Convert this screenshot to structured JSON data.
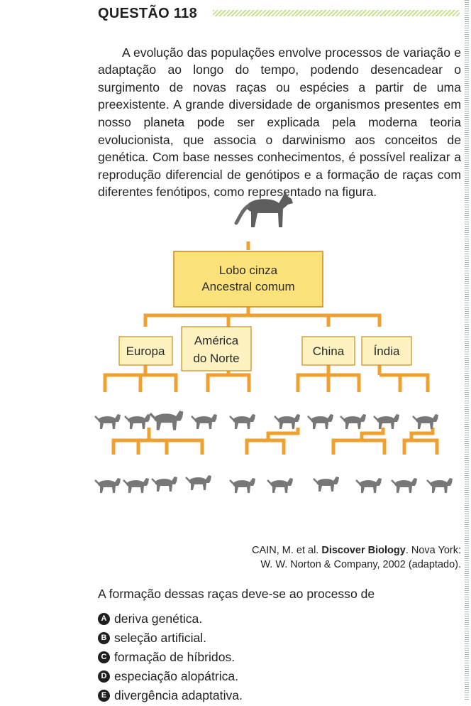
{
  "question": {
    "title": "QUESTÃO 118",
    "intro": "A evolução das populações envolve processos de variação e adaptação ao longo do tempo, podendo desencadear o surgimento de novas raças ou espécies a partir de uma preexistente. A grande diversidade de organismos presentes em nosso planeta pode ser explicada pela moderna teoria evolucionista, que associa o darwinismo aos conceitos de genética. Com base nesses conhecimentos, é possível realizar a reprodução diferencial de genótipos e a formação de raças com diferentes fenótipos, como representado na figura.",
    "prompt": "A formação dessas raças deve-se ao processo de"
  },
  "figure": {
    "root": {
      "line1": "Lobo cinza",
      "line2": "Ancestral comum"
    },
    "regions": [
      {
        "line1": "Europa",
        "line2": ""
      },
      {
        "line1": "América",
        "line2": "do Norte"
      },
      {
        "line1": "China",
        "line2": ""
      },
      {
        "line1": "Índia",
        "line2": ""
      }
    ],
    "colors": {
      "box_fill": "#fbe27a",
      "box_border": "#c98a1e",
      "branch": "#f0a030"
    },
    "icons": {
      "wolf": "wolf-icon",
      "dog": "dog-icon"
    }
  },
  "citation": {
    "authors": "CAIN, M. et al.",
    "book": "Discover Biology",
    "rest_line1": ". Nova York:",
    "line2": "W. W. Norton & Company, 2002 (adaptado)."
  },
  "options": [
    {
      "letter": "A",
      "text": "deriva genética."
    },
    {
      "letter": "B",
      "text": "seleção artificial."
    },
    {
      "letter": "C",
      "text": "formação de híbridos."
    },
    {
      "letter": "D",
      "text": "especiação alopátrica."
    },
    {
      "letter": "E",
      "text": "divergência adaptativa."
    }
  ]
}
